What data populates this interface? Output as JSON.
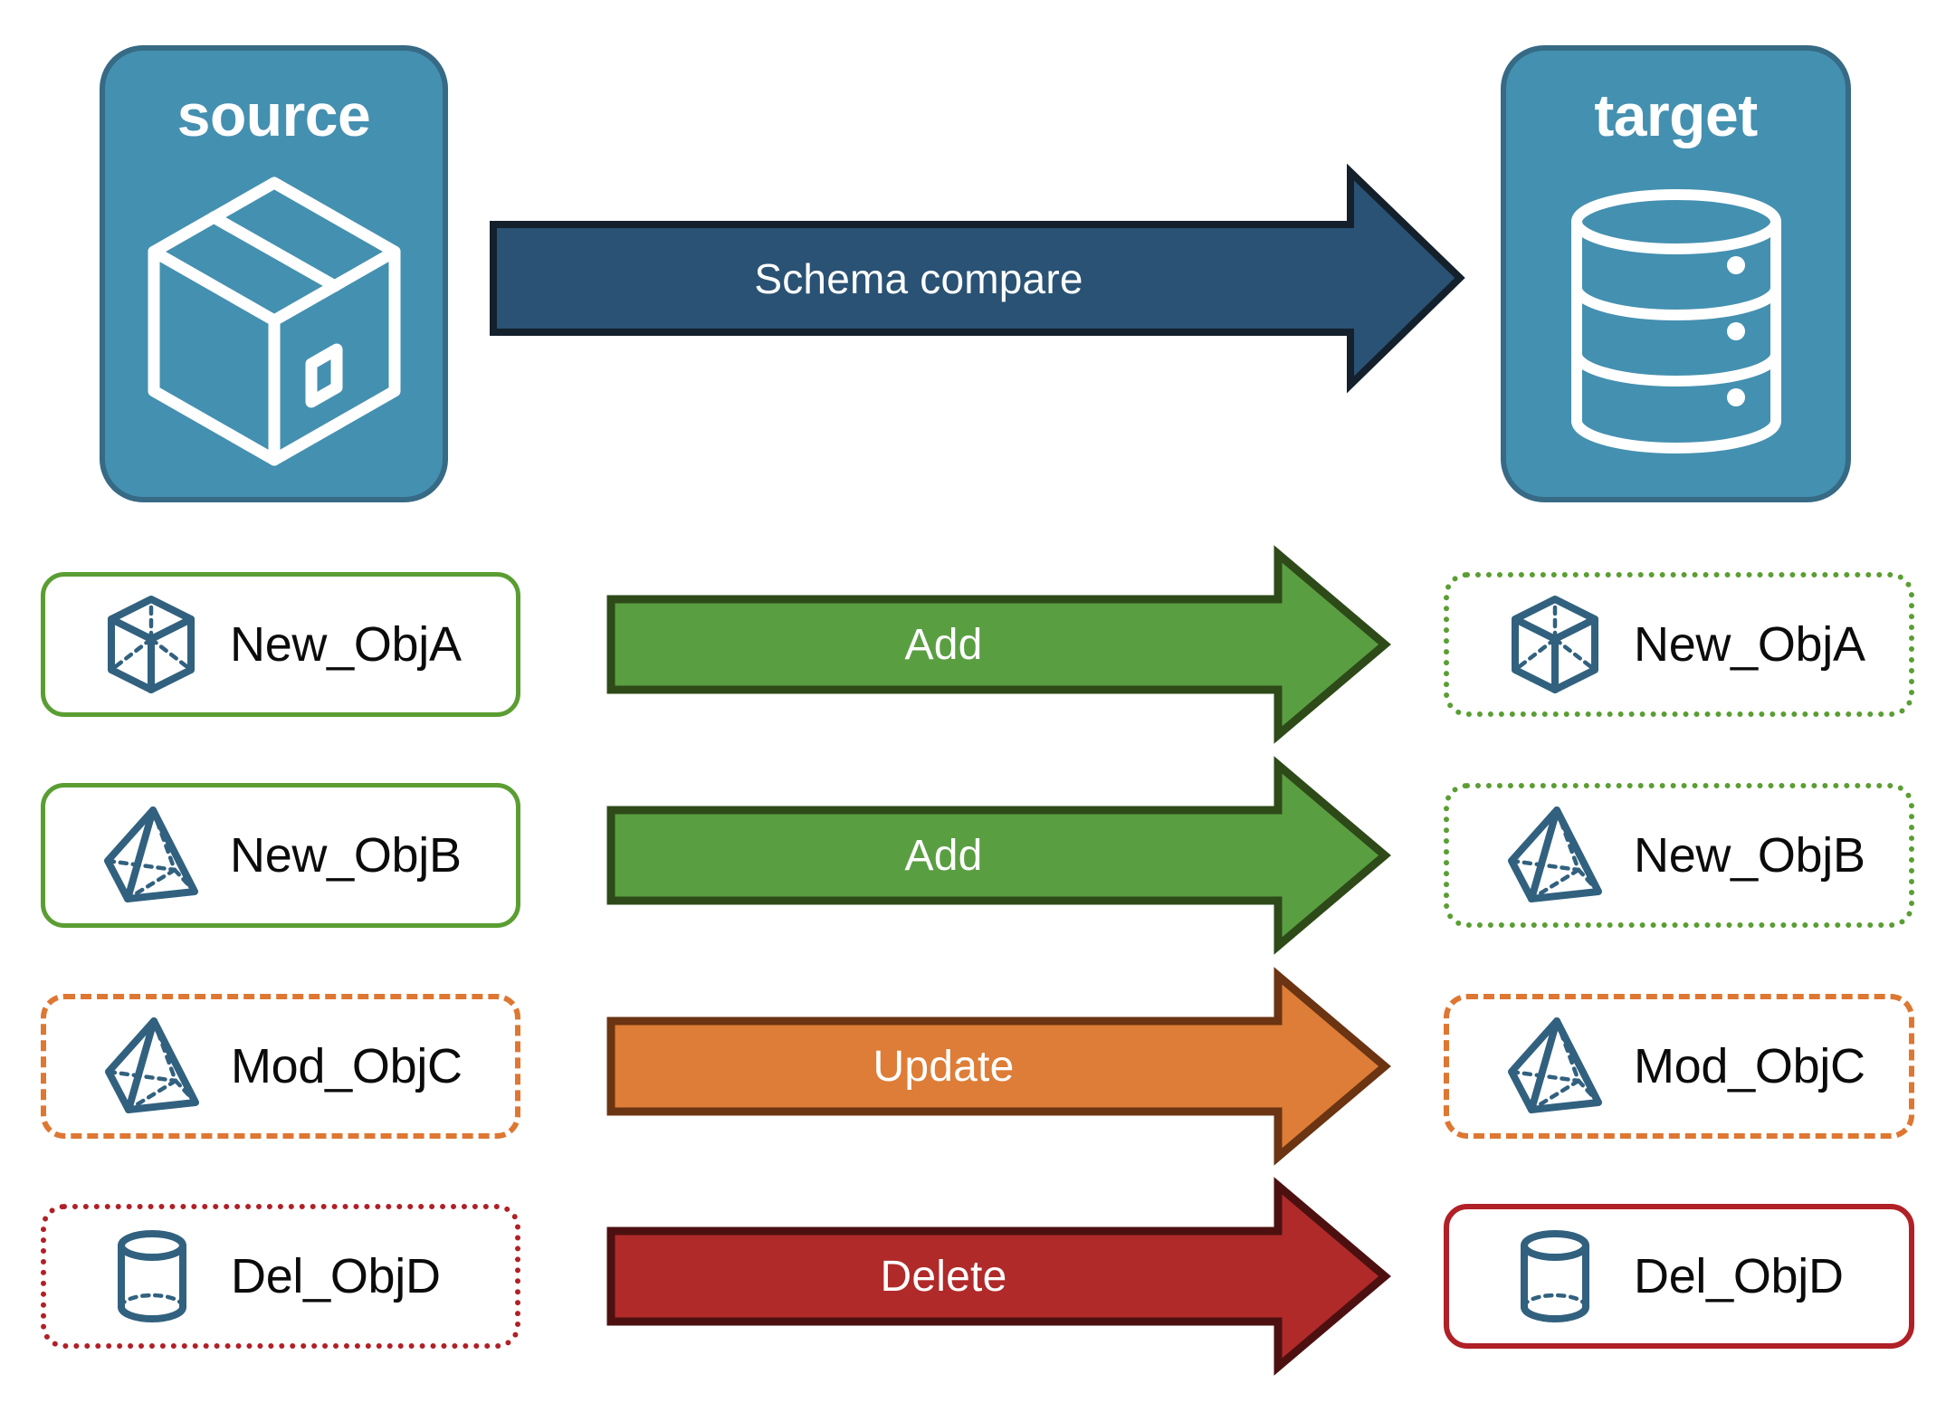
{
  "diagram": {
    "title_source": "source",
    "title_target": "target",
    "compare_arrow_label": "Schema compare"
  },
  "colors": {
    "panel_fill": "#4490b0",
    "panel_border": "#366a85",
    "compare_arrow_fill": "#2a5274",
    "compare_arrow_border": "#14202c",
    "add_fill": "#5a9e42",
    "add_border": "#2d4a18",
    "update_fill": "#dd7d37",
    "update_border": "#6b3412",
    "delete_fill": "#b02a2a",
    "delete_border": "#4d1010",
    "green": "#5a9e33",
    "orange": "#de7732",
    "red": "#b02026",
    "icon_blue": "#31617f",
    "text_black": "#0b0b0b",
    "text_white": "#ffffff"
  },
  "endpoints": {
    "source": {
      "label": "source",
      "icon": "package-box-icon"
    },
    "target": {
      "label": "target",
      "icon": "database-cylinder-icon"
    }
  },
  "rows": [
    {
      "action": "Add",
      "arrow_kind": "add",
      "source": {
        "label": "New_ObjA",
        "icon": "wireframe-cube-icon",
        "border_style": "solid",
        "border_color": "#5a9e33"
      },
      "target": {
        "label": "New_ObjA",
        "icon": "wireframe-cube-icon",
        "border_style": "dotted",
        "border_color": "#5a9e33"
      }
    },
    {
      "action": "Add",
      "arrow_kind": "add",
      "source": {
        "label": "New_ObjB",
        "icon": "wireframe-pyramid-icon",
        "border_style": "solid",
        "border_color": "#5a9e33"
      },
      "target": {
        "label": "New_ObjB",
        "icon": "wireframe-pyramid-icon",
        "border_style": "dotted",
        "border_color": "#5a9e33"
      }
    },
    {
      "action": "Update",
      "arrow_kind": "update",
      "source": {
        "label": "Mod_ObjC",
        "icon": "wireframe-pyramid-icon",
        "border_style": "dashed",
        "border_color": "#de7732"
      },
      "target": {
        "label": "Mod_ObjC",
        "icon": "wireframe-pyramid-icon",
        "border_style": "dashed",
        "border_color": "#de7732"
      }
    },
    {
      "action": "Delete",
      "arrow_kind": "delete",
      "source": {
        "label": "Del_ObjD",
        "icon": "wireframe-cylinder-icon",
        "border_style": "dotted",
        "border_color": "#b02026"
      },
      "target": {
        "label": "Del_ObjD",
        "icon": "wireframe-cylinder-icon",
        "border_style": "solid",
        "border_color": "#b02026"
      }
    }
  ]
}
